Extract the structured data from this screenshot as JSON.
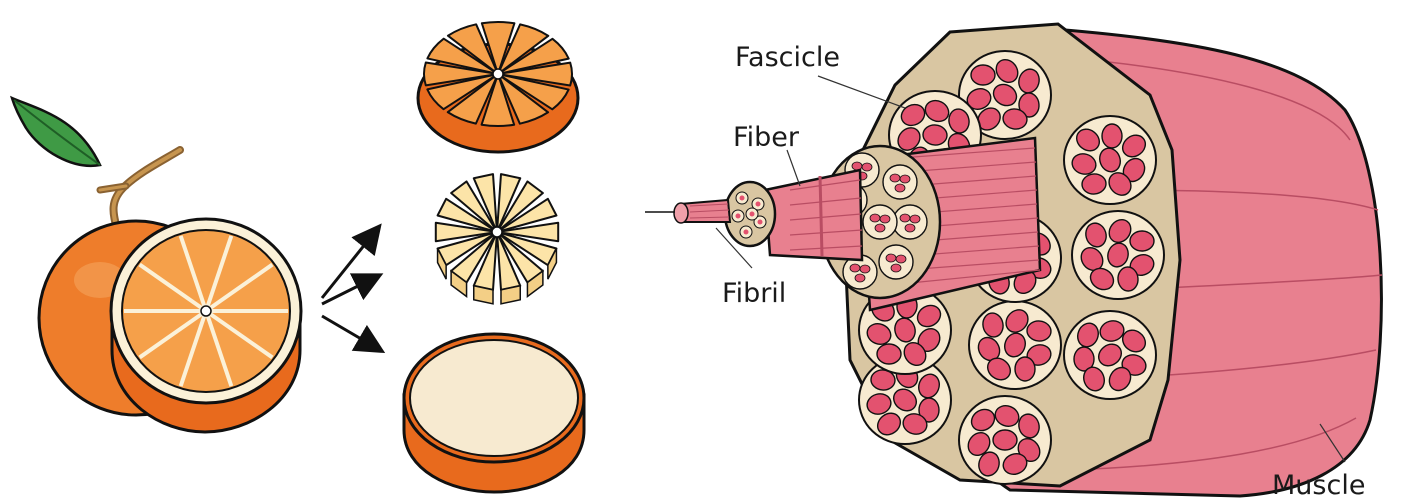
{
  "labels": {
    "fascicle": "Fascicle",
    "fiber": "Fiber",
    "fibril": "Fibril",
    "muscle": "Muscle"
  },
  "colors": {
    "orange_peel": "#ee7d2b",
    "orange_flesh": "#f5a04a",
    "pith": "#fbf1d8",
    "pale_segment": "#fce4a8",
    "muscle_pink": "#e8808f",
    "muscle_dark": "#e3526f",
    "connective_tissue": "#d9c6a2",
    "leaf_green": "#3f9a45",
    "stem_brown": "#b78a45"
  },
  "icons": [
    "orange-whole-icon",
    "orange-half-icon",
    "leaf-icon",
    "segments-icon",
    "arrow-icon",
    "muscle-bundle-icon"
  ]
}
